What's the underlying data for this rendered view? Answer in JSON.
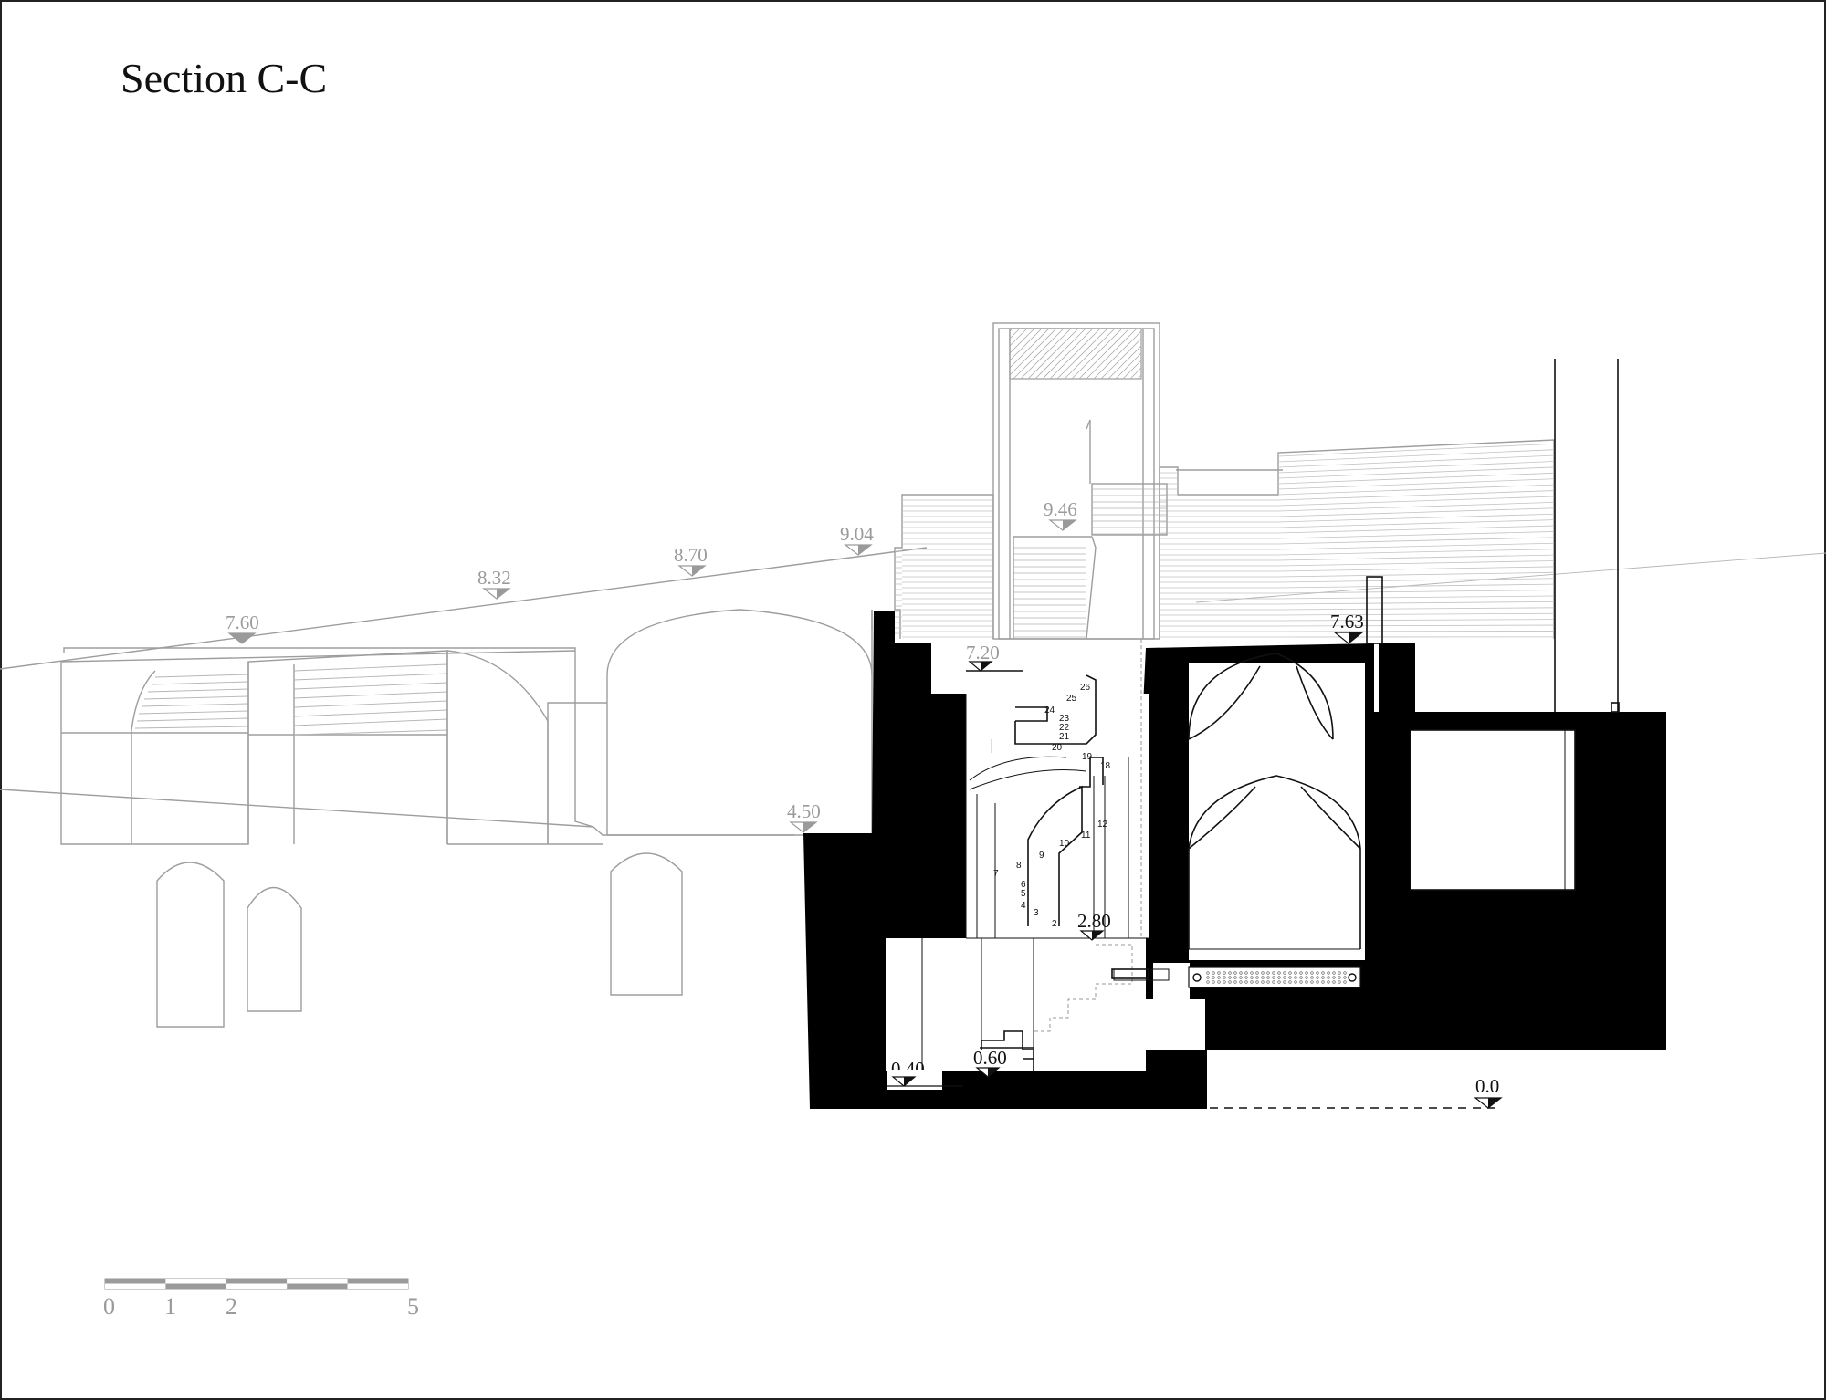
{
  "drawing": {
    "title": "Section C-C",
    "level_markers": [
      {
        "id": "lvl-760",
        "label": "7.60",
        "tone": "grey"
      },
      {
        "id": "lvl-832",
        "label": "8.32",
        "tone": "grey"
      },
      {
        "id": "lvl-870",
        "label": "8.70",
        "tone": "grey"
      },
      {
        "id": "lvl-904",
        "label": "9.04",
        "tone": "grey"
      },
      {
        "id": "lvl-946",
        "label": "9.46",
        "tone": "grey"
      },
      {
        "id": "lvl-720",
        "label": "7.20",
        "tone": "grey"
      },
      {
        "id": "lvl-763",
        "label": "7.63",
        "tone": "dark"
      },
      {
        "id": "lvl-450",
        "label": "4.50",
        "tone": "grey"
      },
      {
        "id": "lvl-280",
        "label": "2.80",
        "tone": "dark"
      },
      {
        "id": "lvl-040",
        "label": "0.40",
        "tone": "dark"
      },
      {
        "id": "lvl-060",
        "label": "0.60",
        "tone": "dark"
      },
      {
        "id": "lvl-000",
        "label": "0.0",
        "tone": "dark"
      }
    ],
    "stair_step_numbers": [
      "2",
      "3",
      "4",
      "5",
      "6",
      "7",
      "8",
      "9",
      "10",
      "11",
      "12",
      "18",
      "19",
      "20",
      "21",
      "22",
      "23",
      "24",
      "25",
      "26"
    ],
    "scale_bar": {
      "labels": [
        "0",
        "1",
        "2",
        "5"
      ],
      "colors": {
        "dark": "#9a9a9a",
        "light": "#ffffff"
      }
    },
    "colors": {
      "solid": "#000000",
      "existing_line": "#9d9d9d",
      "new_line": "#111111"
    }
  }
}
